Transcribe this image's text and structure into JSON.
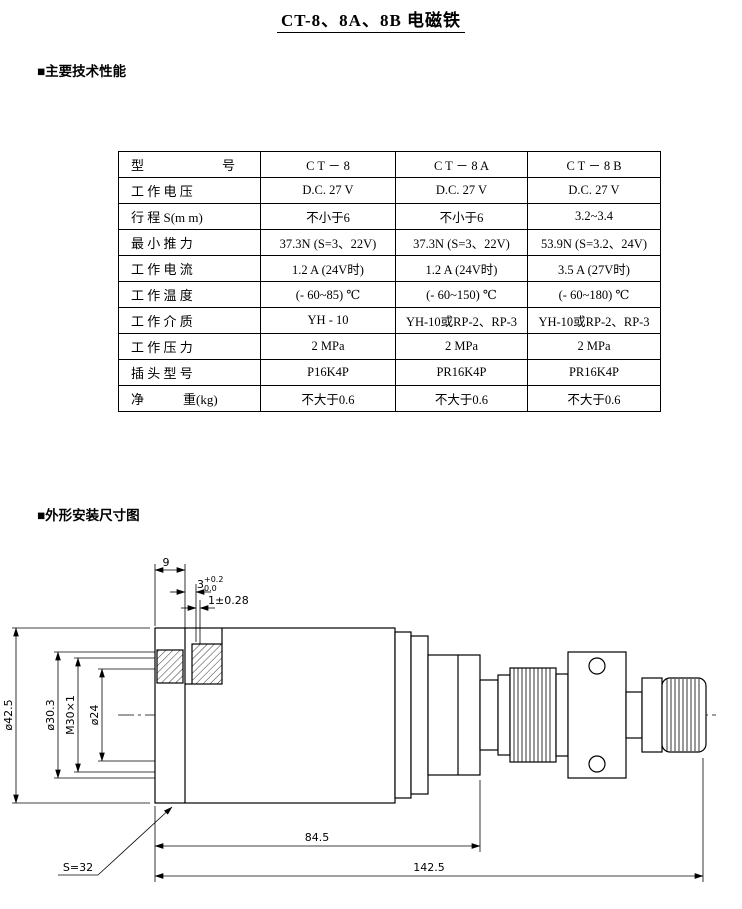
{
  "title": "CT-8、8A、8B 电磁铁",
  "sections": {
    "performance_heading": "■主要技术性能",
    "dimensions_heading": "■外形安装尺寸图"
  },
  "spec_table": {
    "rows": [
      {
        "label": "型　　　　　　号",
        "values": [
          "C T － 8",
          "C T － 8 A",
          "C T － 8 B"
        ]
      },
      {
        "label": "工 作 电 压",
        "values": [
          "D.C. 27 V",
          "D.C. 27 V",
          "D.C. 27 V"
        ]
      },
      {
        "label": "行 程 S(m m)",
        "values": [
          "不小于6",
          "不小于6",
          "3.2~3.4"
        ]
      },
      {
        "label": "最 小 推 力",
        "values": [
          "37.3N (S=3、22V)",
          "37.3N (S=3、22V)",
          "53.9N (S=3.2、24V)"
        ]
      },
      {
        "label": "工 作 电 流",
        "values": [
          "1.2 A (24V时)",
          "1.2 A (24V时)",
          "3.5 A (27V时)"
        ]
      },
      {
        "label": "工 作 温 度",
        "values": [
          "(- 60~85) ℃",
          "(- 60~150) ℃",
          "(- 60~180) ℃"
        ]
      },
      {
        "label": "工 作 介 质",
        "values": [
          "YH - 10",
          "YH-10或RP-2、RP-3",
          "YH-10或RP-2、RP-3"
        ]
      },
      {
        "label": "工 作 压 力",
        "values": [
          "2 MPa",
          "2 MPa",
          "2 MPa"
        ]
      },
      {
        "label": "插 头 型 号",
        "values": [
          "P16K4P",
          "PR16K4P",
          "PR16K4P"
        ]
      },
      {
        "label": "净　　　重(kg)",
        "values": [
          "不大于0.6",
          "不大于0.6",
          "不大于0.6"
        ]
      }
    ]
  },
  "drawing": {
    "dim_top_width": "9",
    "dim_step": "3",
    "dim_step_tol_upper": "+0.2",
    "dim_step_tol_lower": "0.0",
    "dim_stroke": "1±0.28",
    "dia_body": "ø42.5",
    "dia_boss": "ø30.3",
    "thread_spec": "M30×1",
    "dia_rod": "ø24",
    "dim_body_length": "84.5",
    "dim_total_length": "142.5",
    "wrench_size": "S=32"
  }
}
